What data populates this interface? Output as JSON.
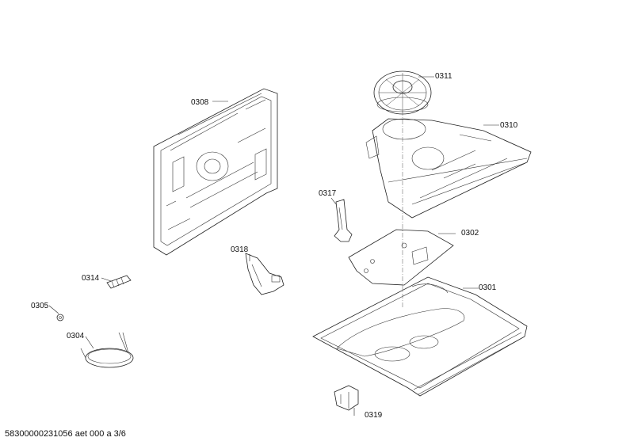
{
  "diagram": {
    "callouts": [
      {
        "id": "0308",
        "label": "0308"
      },
      {
        "id": "0311",
        "label": "0311"
      },
      {
        "id": "0310",
        "label": "0310"
      },
      {
        "id": "0317",
        "label": "0317"
      },
      {
        "id": "0302",
        "label": "0302"
      },
      {
        "id": "0318",
        "label": "0318"
      },
      {
        "id": "0314",
        "label": "0314"
      },
      {
        "id": "0301",
        "label": "0301"
      },
      {
        "id": "0305",
        "label": "0305"
      },
      {
        "id": "0304",
        "label": "0304"
      },
      {
        "id": "0319",
        "label": "0319"
      }
    ],
    "footer": "58300000231056 aet 000 a 3/6"
  }
}
